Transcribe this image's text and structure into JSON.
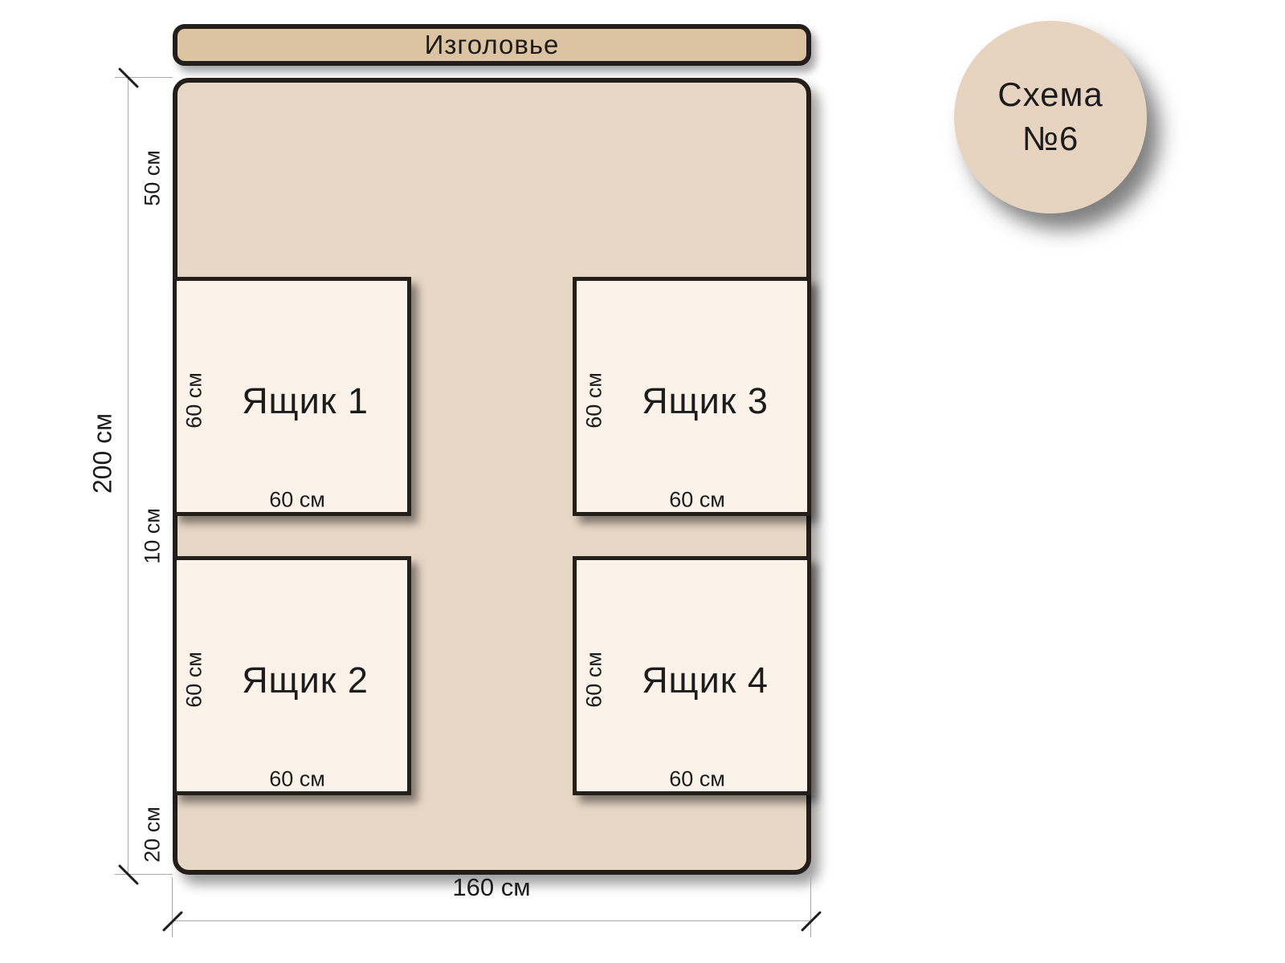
{
  "headboard": {
    "label": "Изголовье"
  },
  "badge": {
    "line1": "Схема",
    "line2": "№6"
  },
  "dimensions": {
    "total_height": "200 см",
    "total_width": "160 см",
    "top_gap": "50 см",
    "middle_gap": "10 см",
    "bottom_gap": "20 см"
  },
  "drawers": [
    {
      "label": "Ящик 1",
      "height_label": "60 см",
      "width_label": "60 см"
    },
    {
      "label": "Ящик 2",
      "height_label": "60 см",
      "width_label": "60 см"
    },
    {
      "label": "Ящик 3",
      "height_label": "60 см",
      "width_label": "60 см"
    },
    {
      "label": "Ящик 4",
      "height_label": "60 см",
      "width_label": "60 см"
    }
  ],
  "colors": {
    "bed-fill": "#e7d7c5",
    "headboard-fill": "#dcc3a2",
    "drawer-fill": "#fbf2ea",
    "badge-fill": "#e6d3c0",
    "outline": "#241e1b",
    "dim-line": "#a9a9a9",
    "text": "#1c1c1c"
  }
}
